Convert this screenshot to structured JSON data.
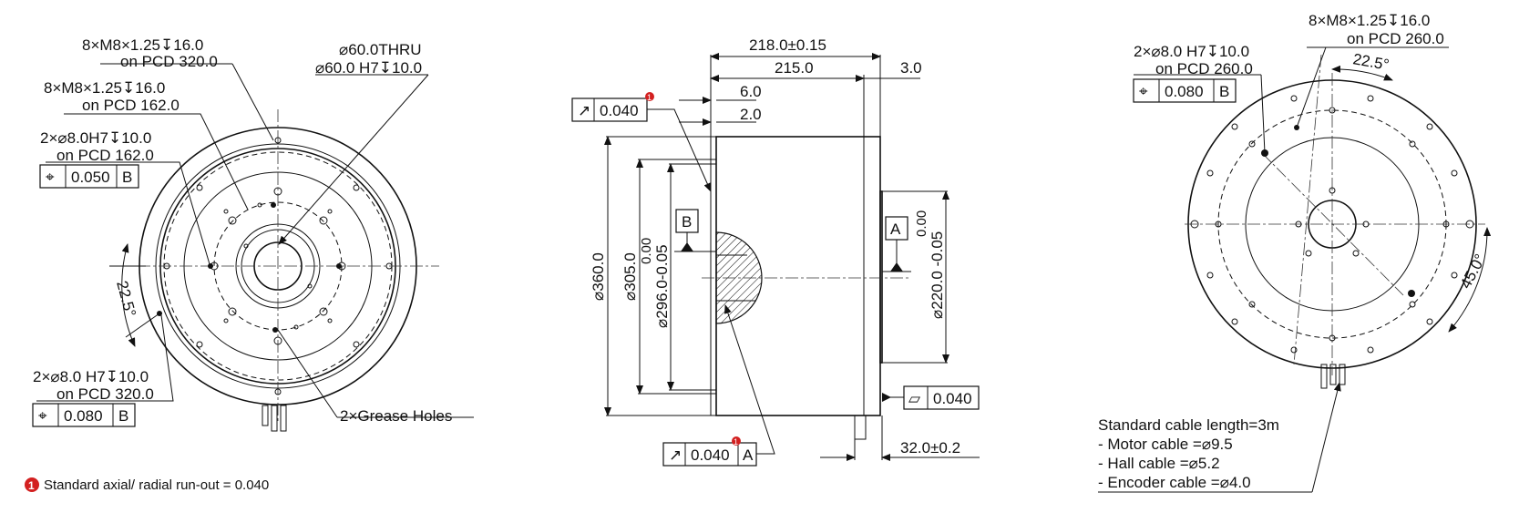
{
  "left_view": {
    "note_bolts_320": [
      "8×M8×1.25↧16.0",
      "on PCD 320.0"
    ],
    "note_bore": [
      "⌀60.0THRU",
      "⌀60.0 H7↧10.0"
    ],
    "note_bolts_162": [
      "8×M8×1.25↧16.0",
      "on PCD 162.0"
    ],
    "note_pins_162": [
      "2×⌀8.0H7↧10.0",
      "on PCD 162.0"
    ],
    "tol_162": {
      "symbol": "⌖",
      "value": "0.050",
      "datum": "B"
    },
    "angle": "22.5°",
    "note_pins_320": [
      "2×⌀8.0 H7↧10.0",
      "on PCD 320.0"
    ],
    "tol_320": {
      "symbol": "⌖",
      "value": "0.080",
      "datum": "B"
    },
    "grease": "2×Grease Holes"
  },
  "side_view": {
    "len_total": "218.0±0.15",
    "len_body": "215.0",
    "len_step": "3.0",
    "len_6": "6.0",
    "len_2": "2.0",
    "runout_top": {
      "symbol": "↗",
      "value": "0.040",
      "marker": "1"
    },
    "datum_b": "B",
    "datum_a": "A",
    "dia_360": "⌀360.0",
    "dia_305": "⌀305.0",
    "dia_296_tol": "0.00",
    "dia_296": "⌀296.0-0.05",
    "dia_220_tol": "0.00",
    "dia_220": "⌀220.0  -0.05",
    "flat_tol": {
      "symbol": "▱",
      "value": "0.040"
    },
    "runout_bottom": {
      "symbol": "↗",
      "value": "0.040",
      "datum": "A",
      "marker": "1"
    },
    "len_shaft": "32.0±0.2"
  },
  "right_view": {
    "note_bolts": [
      "8×M8×1.25↧16.0",
      "on PCD 260.0"
    ],
    "note_pins": [
      "2×⌀8.0 H7↧10.0",
      "on PCD 260.0"
    ],
    "tol": {
      "symbol": "⌖",
      "value": "0.080",
      "datum": "B"
    },
    "angle_top": "22.5°",
    "angle_right": "45.0°",
    "cable_notes": [
      "Standard cable length=3m",
      "- Motor cable =⌀9.5",
      "- Hall cable =⌀5.2",
      "- Encoder cable =⌀4.0"
    ]
  },
  "footnote": {
    "marker": "1",
    "text": "Standard axial/ radial run-out = 0.040"
  }
}
